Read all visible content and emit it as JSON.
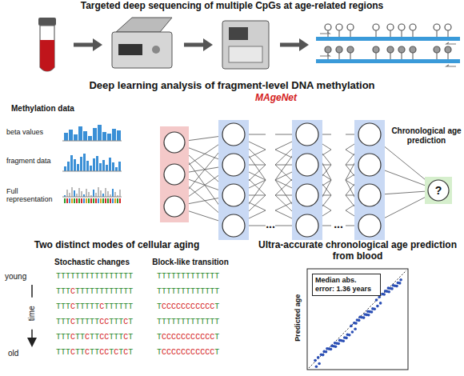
{
  "diagram": {
    "nodes": [
      {
        "text": [
          "?"
        ]
      },
      {
        "text": [
          "Median abs. error: 1.36 years"
        ]
      }
    ],
    "labels": [
      "Targeted deep sequencing of multiple CpGs at age-related regions",
      "Deep learning analysis of fragment-level DNA methylation",
      "Methylation data",
      "beta values",
      "fragment data",
      "Full representation",
      "MAgeNet",
      "Chronological age prediction",
      "...",
      "...",
      "Two distinct modes of cellular aging",
      "Stochastic changes",
      "Block-like transition",
      "young",
      "time",
      "old",
      "TTTTTTTTTTTTTTTT",
      "TTTCTTTTTTTTTTTT",
      "TTTCTTTTTCTTTTTT",
      "TTTCTTTTTCCTTTCT",
      "TTTCTTCTTCCTTTCT",
      "TTTCTTCTTCCTCTCT",
      "TTTTTTTTTTTTT",
      "TTTTTTTTTTTTT",
      "TCCCCCCCCCCCT",
      "TTTTTTTTTTTTT",
      "TCCCCCCCCCCCT",
      "TCCCCCCCCCCCT",
      "Ultra-accurate chronological age prediction from blood",
      "Predicted age"
    ]
  }
}
